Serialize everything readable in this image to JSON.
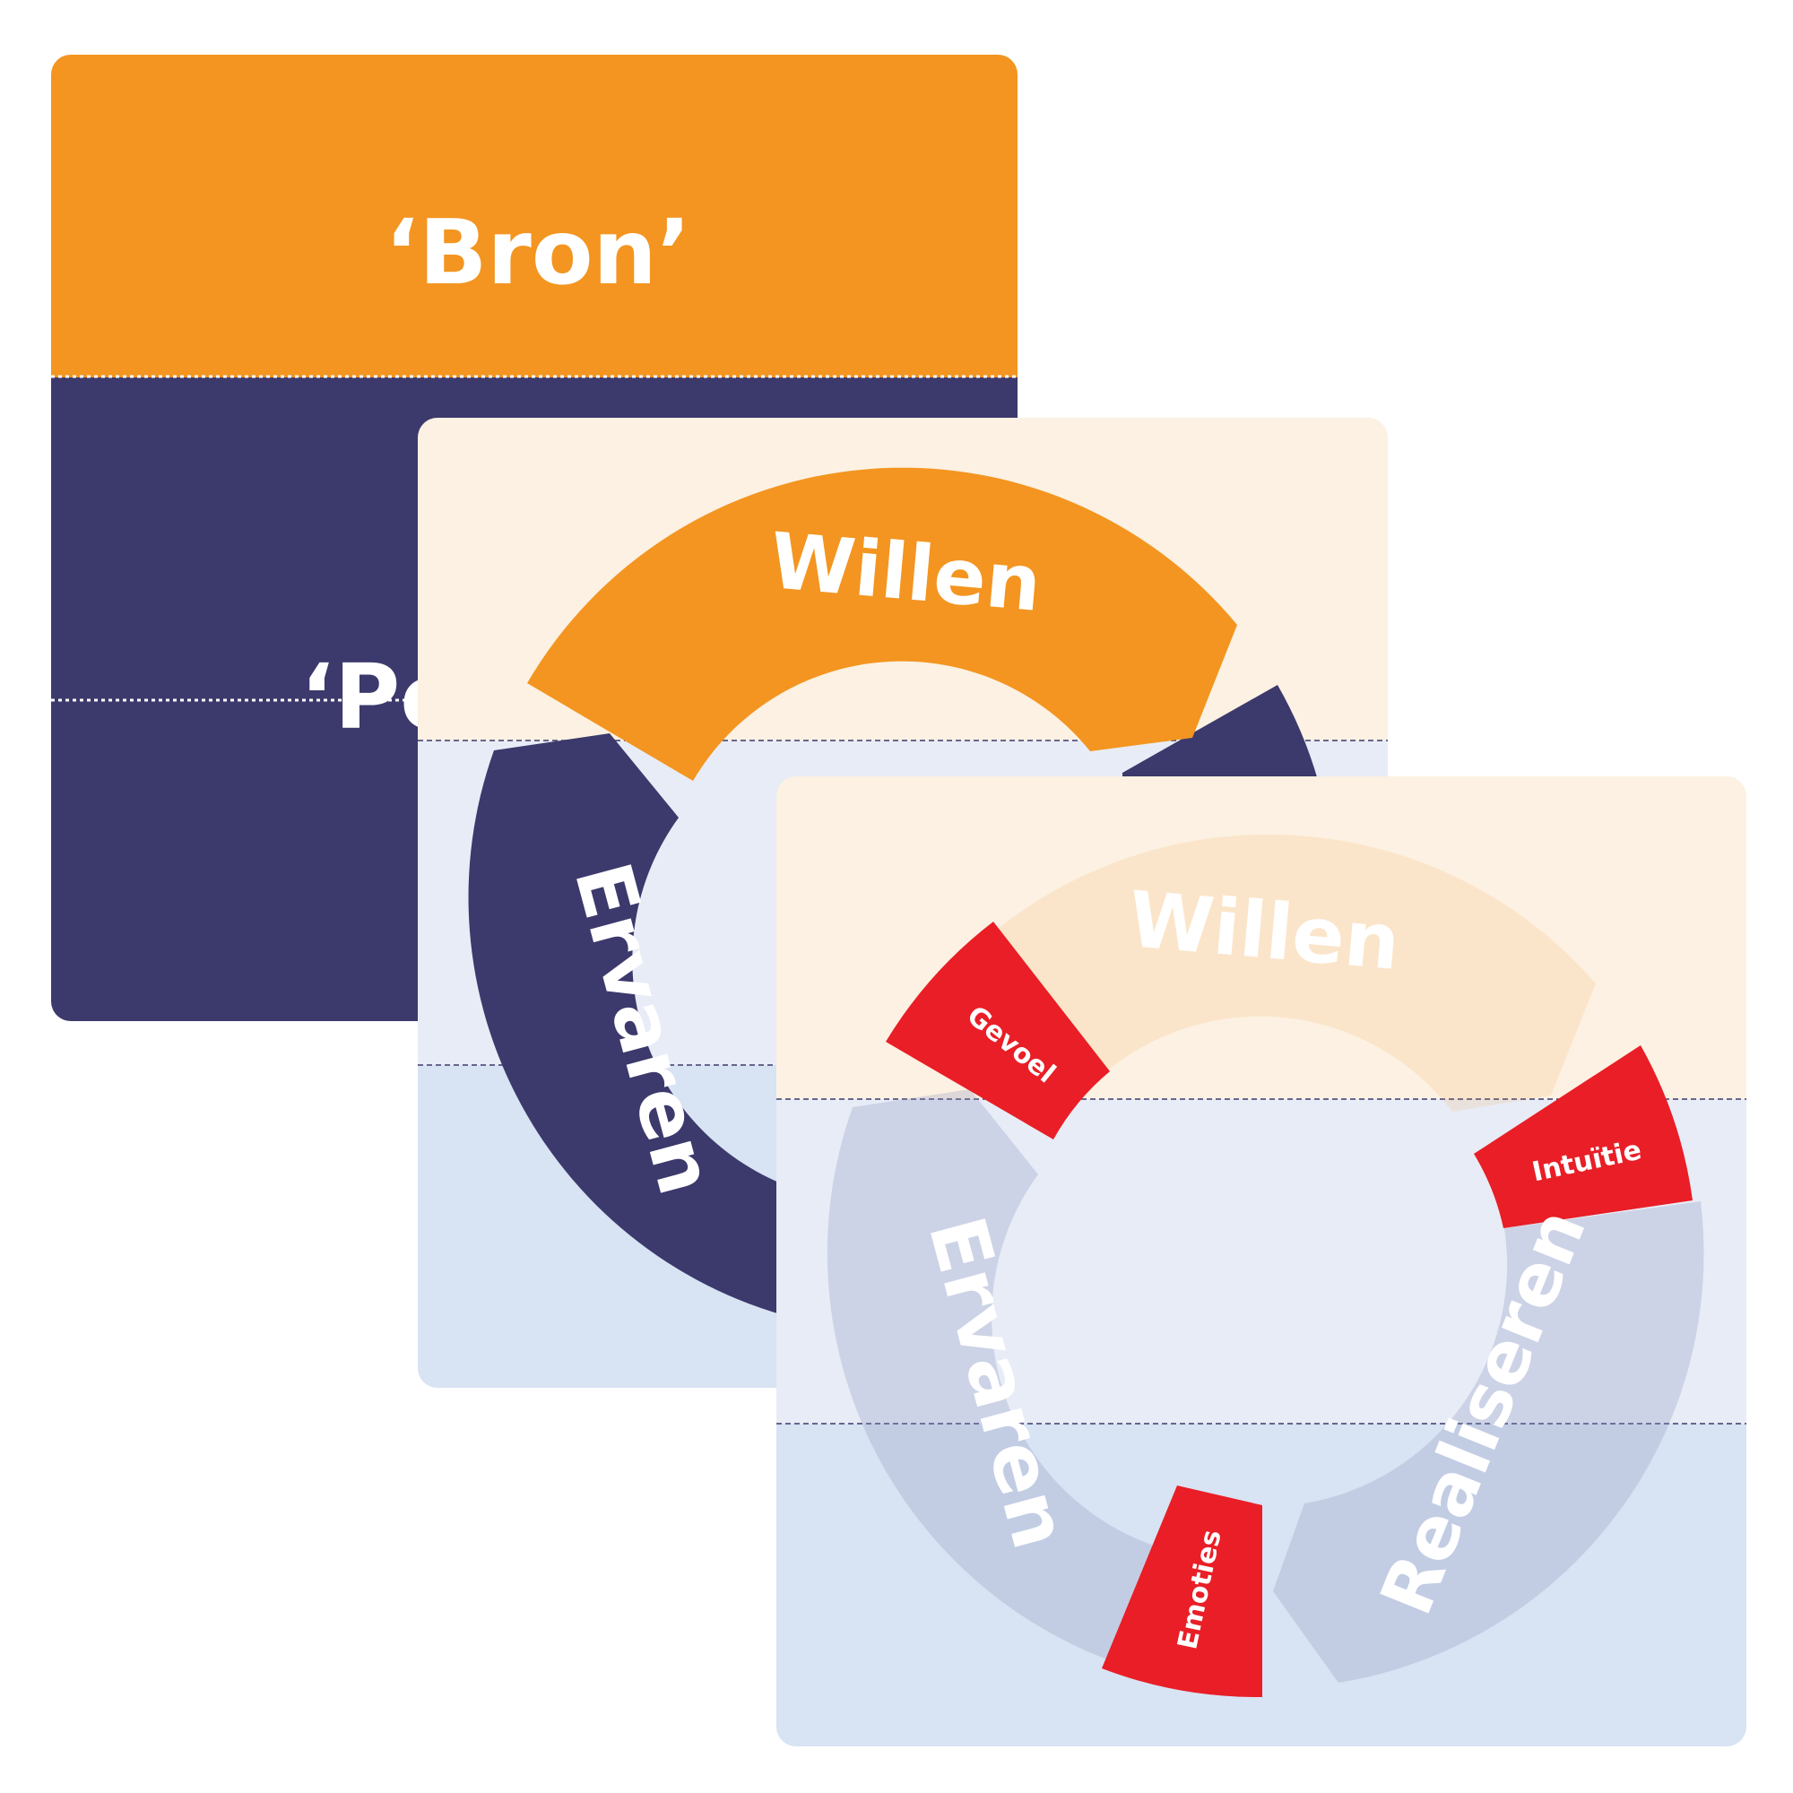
{
  "card_back": {
    "top_label": "‘Bron’",
    "bottom_label": "‘Pe",
    "colors": {
      "top": "#F39520",
      "bottom": "#3C396C"
    }
  },
  "card_middle": {
    "segments": {
      "top": "Willen",
      "left": "Ervaren"
    },
    "colors": {
      "top": "#F39520",
      "ring": "#3C396C",
      "band_top": "#FCF1E2",
      "band_mid": "#E8ECF6",
      "band_bottom": "#D8E3F3"
    }
  },
  "card_front": {
    "segments": {
      "top": "Willen",
      "left": "Ervaren",
      "right": "Realiseren"
    },
    "tags": {
      "gevoel": "Gevoel",
      "intuitie": "Intuïtie",
      "emoties": "Emoties"
    },
    "colors": {
      "tag": "#E91E26"
    }
  }
}
